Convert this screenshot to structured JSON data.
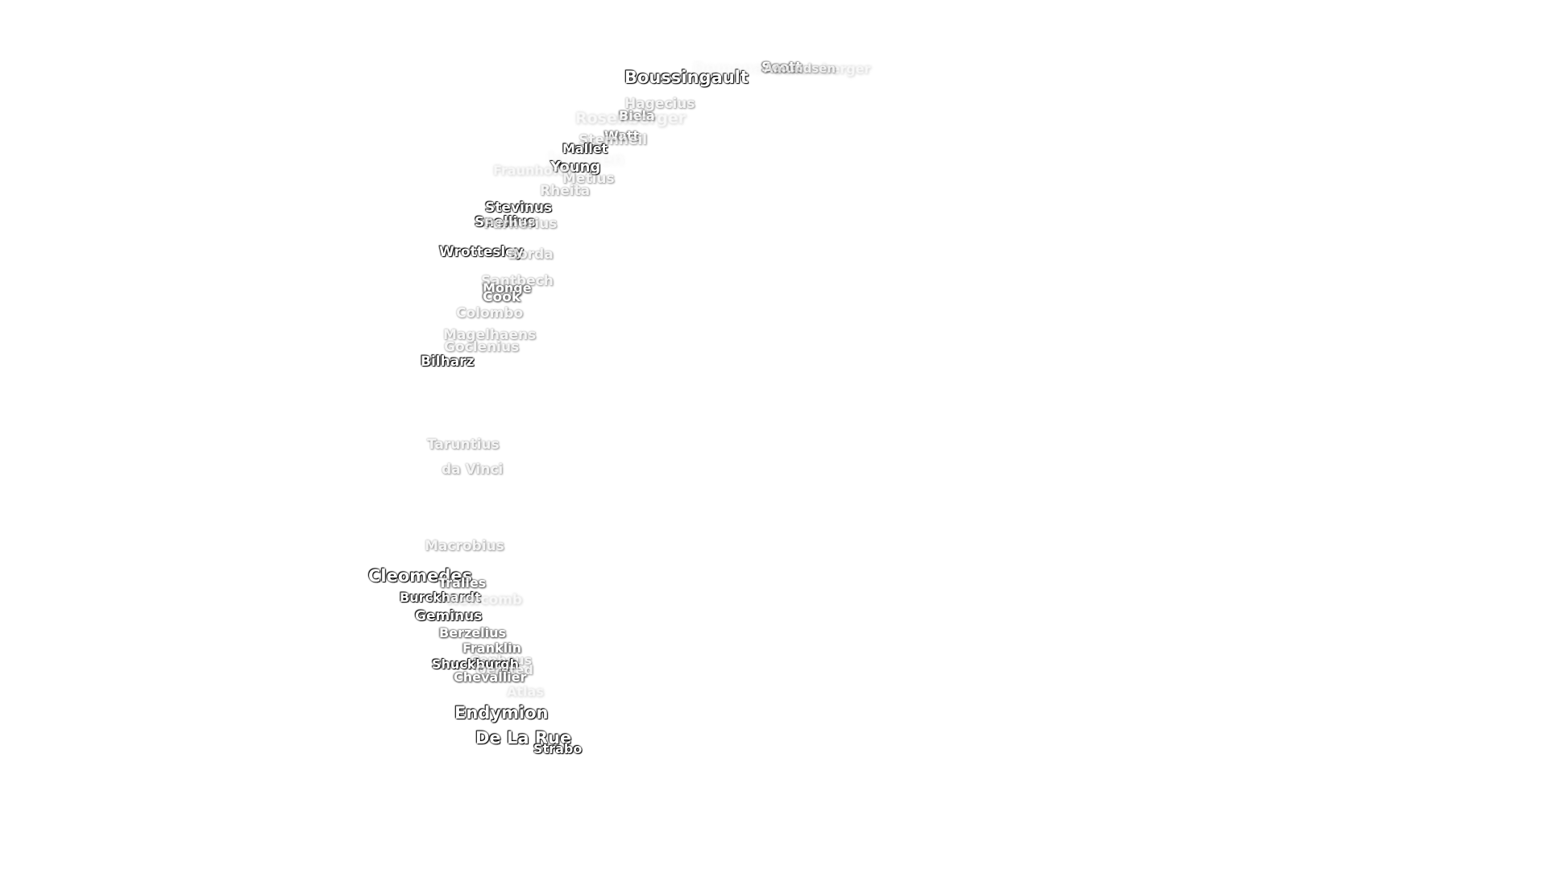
{
  "labels": [
    {
      "name": "Boussingault",
      "lvl": 1
    },
    {
      "name": "Demonax",
      "lvl": 5
    },
    {
      "name": "Schomberger",
      "lvl": 4
    },
    {
      "name": "Scott",
      "lvl": 2
    },
    {
      "name": "Amundsen",
      "lvl": 3
    },
    {
      "name": "Hagecius",
      "lvl": 3
    },
    {
      "name": "Biela",
      "lvl": 2
    },
    {
      "name": "Rosenberger",
      "lvl": 4
    },
    {
      "name": "Watt",
      "lvl": 2
    },
    {
      "name": "Steinheil",
      "lvl": 3
    },
    {
      "name": "Mallet",
      "lvl": 1
    },
    {
      "name": "Janssen",
      "lvl": 5
    },
    {
      "name": "Young",
      "lvl": 1
    },
    {
      "name": "Fraunhofer",
      "lvl": 4
    },
    {
      "name": "Metius",
      "lvl": 3
    },
    {
      "name": "Rheita",
      "lvl": 3
    },
    {
      "name": "Stevinus",
      "lvl": 1
    },
    {
      "name": "Snellius",
      "lvl": 1
    },
    {
      "name": "Furnerius",
      "lvl": 3
    },
    {
      "name": "Wrottesley",
      "lvl": 1
    },
    {
      "name": "Borda",
      "lvl": 3
    },
    {
      "name": "Santbech",
      "lvl": 3
    },
    {
      "name": "Monge",
      "lvl": 2
    },
    {
      "name": "Cook",
      "lvl": 2
    },
    {
      "name": "Colombo",
      "lvl": 3
    },
    {
      "name": "Magelhaens",
      "lvl": 3
    },
    {
      "name": "Goclenius",
      "lvl": 3
    },
    {
      "name": "Bilharz",
      "lvl": 1
    },
    {
      "name": "Taruntius",
      "lvl": 3
    },
    {
      "name": "da Vinci",
      "lvl": 3
    },
    {
      "name": "Macrobius",
      "lvl": 3
    },
    {
      "name": "Cleomedes",
      "lvl": 1
    },
    {
      "name": "Tralles",
      "lvl": 2
    },
    {
      "name": "Burckhardt",
      "lvl": 1
    },
    {
      "name": "Newcomb",
      "lvl": 4
    },
    {
      "name": "Geminus",
      "lvl": 1
    },
    {
      "name": "Berzelius",
      "lvl": 2
    },
    {
      "name": "Franklin",
      "lvl": 2
    },
    {
      "name": "Cepheus",
      "lvl": 3
    },
    {
      "name": "Shuckburgh",
      "lvl": 1
    },
    {
      "name": "Oersted",
      "lvl": 3
    },
    {
      "name": "Chevallier",
      "lvl": 2
    },
    {
      "name": "Atlas",
      "lvl": 4
    },
    {
      "name": "Endymion",
      "lvl": 1
    },
    {
      "name": "De La Rue",
      "lvl": 1
    },
    {
      "name": "Strabo",
      "lvl": 1
    }
  ]
}
